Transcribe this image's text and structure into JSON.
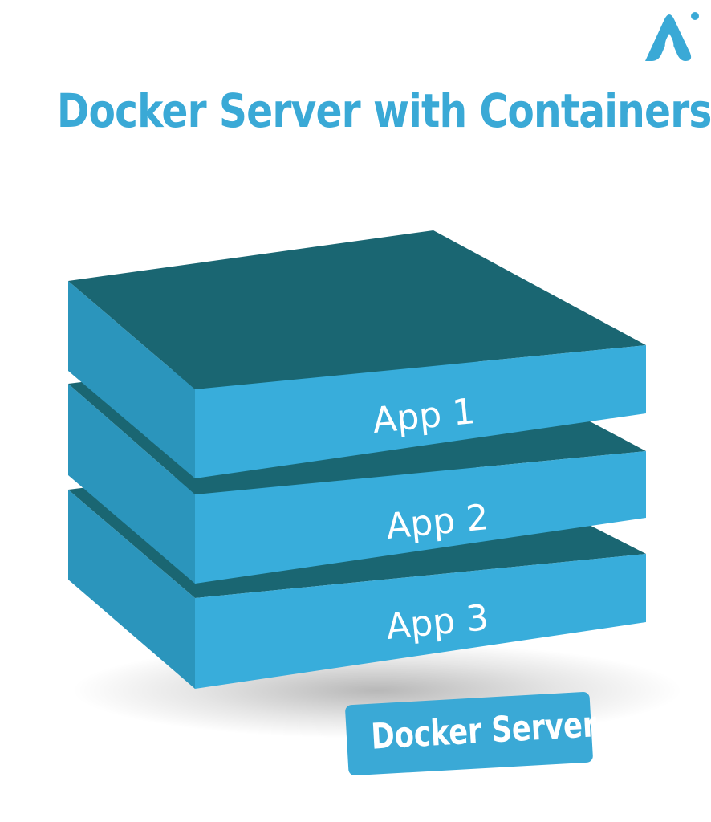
{
  "title": "Docker Server with Containers",
  "layers": [
    {
      "label": "App 1"
    },
    {
      "label": "App 2"
    },
    {
      "label": "App 3"
    }
  ],
  "badge": {
    "label": "Docker Server"
  },
  "logo": {
    "icon": "brand-logo-icon"
  },
  "colors": {
    "accent": "#3aa9d6",
    "layer_top": "#1a6672",
    "layer_front": "#38addb",
    "layer_side": "#2b95bc",
    "background": "#ffffff"
  }
}
